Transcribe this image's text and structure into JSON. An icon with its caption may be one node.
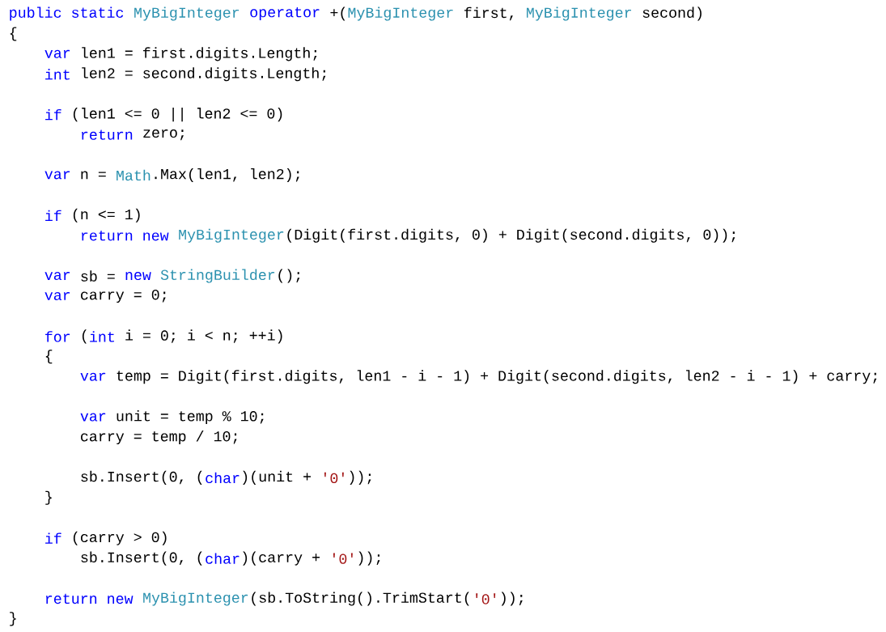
{
  "diagram": {
    "labels": [
      "public static",
      "MyBigInteger",
      "operator",
      "+(",
      "MyBigInteger",
      "first,",
      "MyBigInteger",
      "second)",
      "{",
      "var",
      "len1 = first.digits.Length;",
      "int",
      "len2 = second.digits.Length;",
      "if",
      "(len1 <= 0 || len2 <= 0)",
      "return",
      "zero;",
      "var",
      "n =",
      "Math",
      ".Max(len1, len2);",
      "if",
      "(n <= 1)",
      "return new",
      "MyBigInteger",
      "(Digit(first.digits, 0) + Digit(second.digits, 0));",
      "var",
      "sb =",
      "new",
      "StringBuilder",
      "();",
      "var",
      "carry = 0;",
      "for",
      "(",
      "int",
      "i = 0; i < n; ++i)",
      "{",
      "var",
      "temp = Digit(first.digits, len1 - i - 1) + Digit(second.digits, len2 - i - 1) + carry;",
      "var",
      "unit = temp % 10;",
      "carry = temp / 10;",
      "sb.Insert(0, (",
      "char",
      ")(unit +",
      "'0'",
      "));",
      "}",
      "if",
      "(carry > 0)",
      "sb.Insert(0, (",
      "char",
      ")(carry +",
      "'0'",
      "));",
      "return new",
      "MyBigInteger",
      "(sb.ToString().TrimStart(",
      "'0'",
      "));",
      "}"
    ]
  }
}
